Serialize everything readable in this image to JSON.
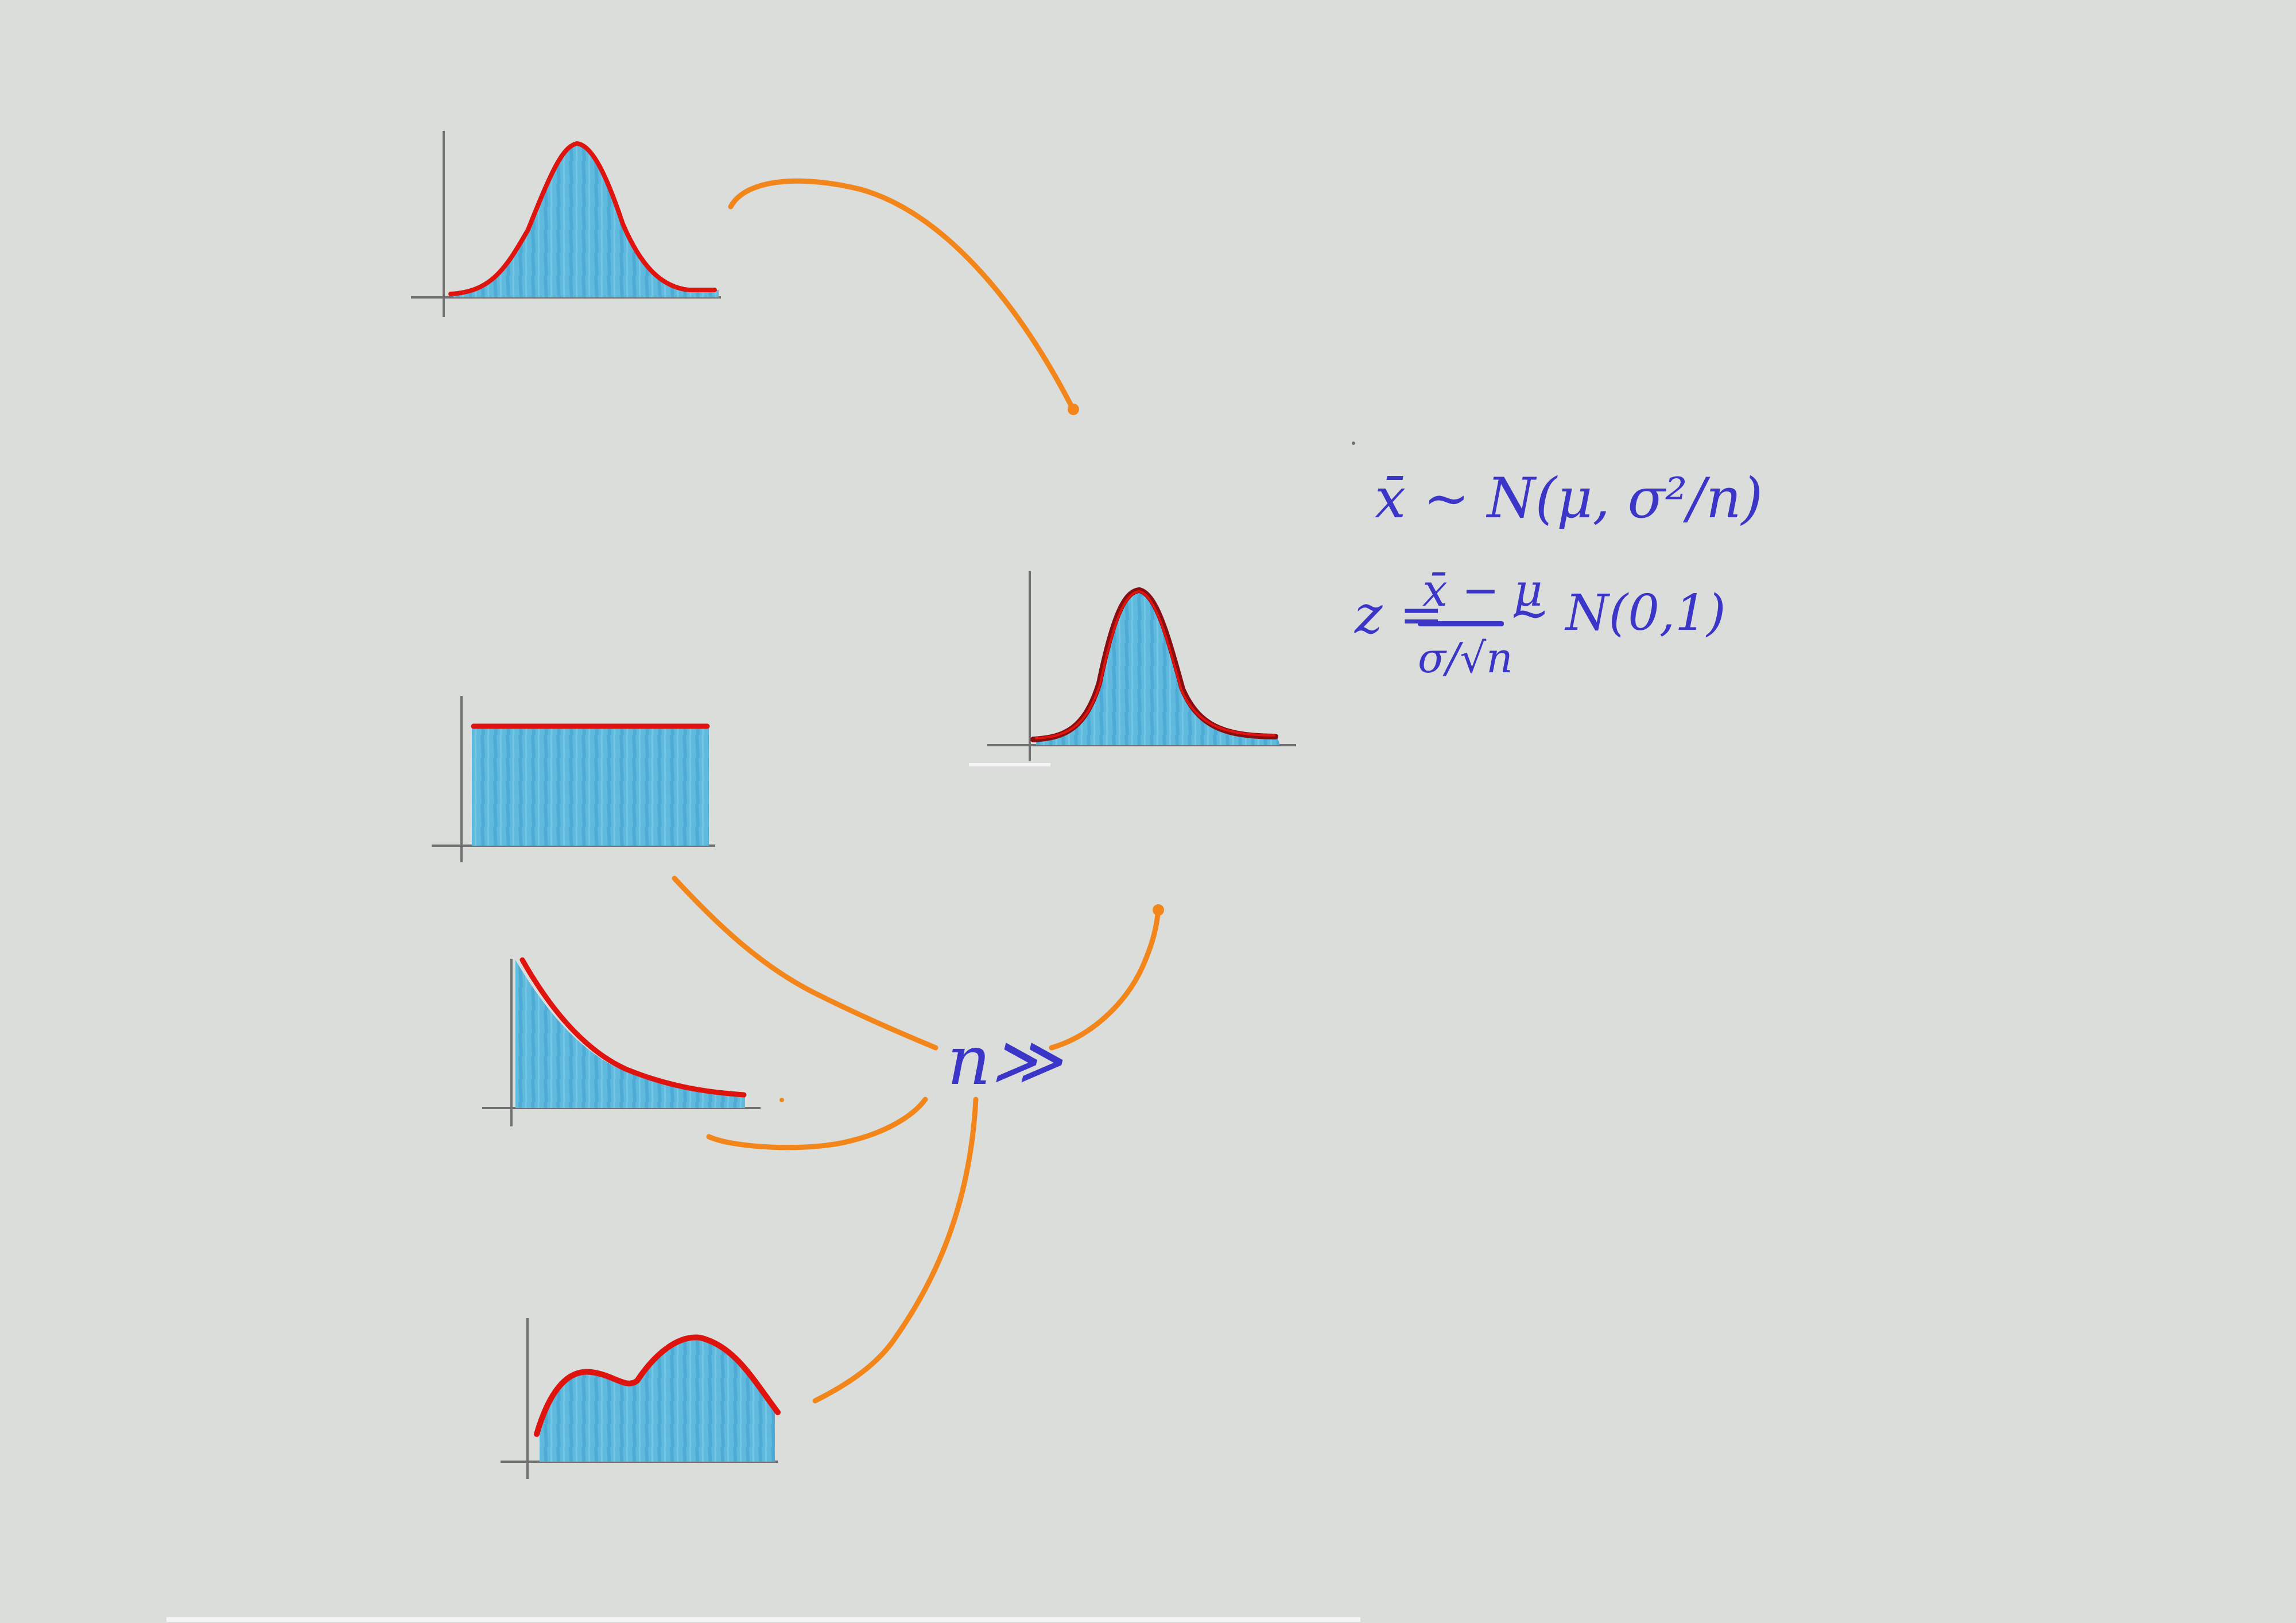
{
  "colors": {
    "background": "#dbdddb",
    "fill": "#5fbade",
    "hatch": "#3f9fd0",
    "curve": "#e0140f",
    "axis": "#707070",
    "arrow": "#f2861a",
    "ink": "#3b35c8"
  },
  "plots": [
    {
      "name": "normal-population",
      "shape": "normal"
    },
    {
      "name": "uniform-population",
      "shape": "uniform"
    },
    {
      "name": "exponential-population",
      "shape": "exponential"
    },
    {
      "name": "bimodal-population",
      "shape": "bimodal"
    },
    {
      "name": "sampling-distribution",
      "shape": "normal"
    }
  ],
  "label": {
    "n": "n≫"
  },
  "formula": {
    "line1": "x̄ ∼ N(μ, σ²/n)",
    "z": "z =",
    "numerator": "x̄ − μ",
    "denominator": "σ/√n",
    "dist": "∼ N(0,1)"
  }
}
